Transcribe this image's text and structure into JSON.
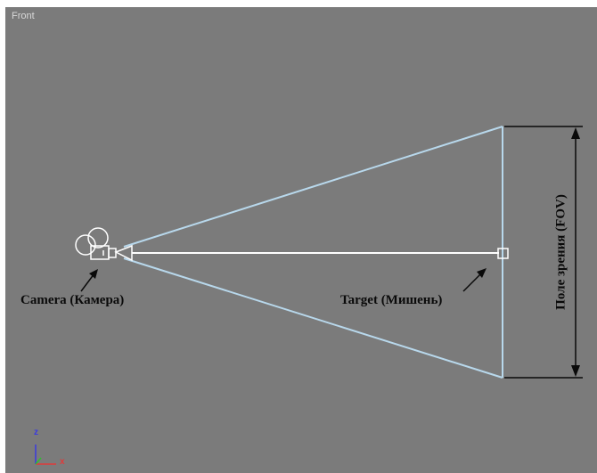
{
  "viewport": {
    "name": "Front",
    "background": "#7b7b7b"
  },
  "labels": {
    "camera": "Camera (Камера)",
    "target": "Target (Мишень)",
    "fov": "Поле зрения (FOV)"
  },
  "axes": {
    "z": "z",
    "x": "x"
  },
  "colors": {
    "frustum": "#b8d8ec",
    "line": "#ffffff",
    "annotation": "#0a0a0a",
    "axis_z": "#3a3ae0",
    "axis_x": "#e03a3a",
    "axis_y": "#2ec02e"
  },
  "icons": [
    "camera-icon",
    "target-icon"
  ]
}
